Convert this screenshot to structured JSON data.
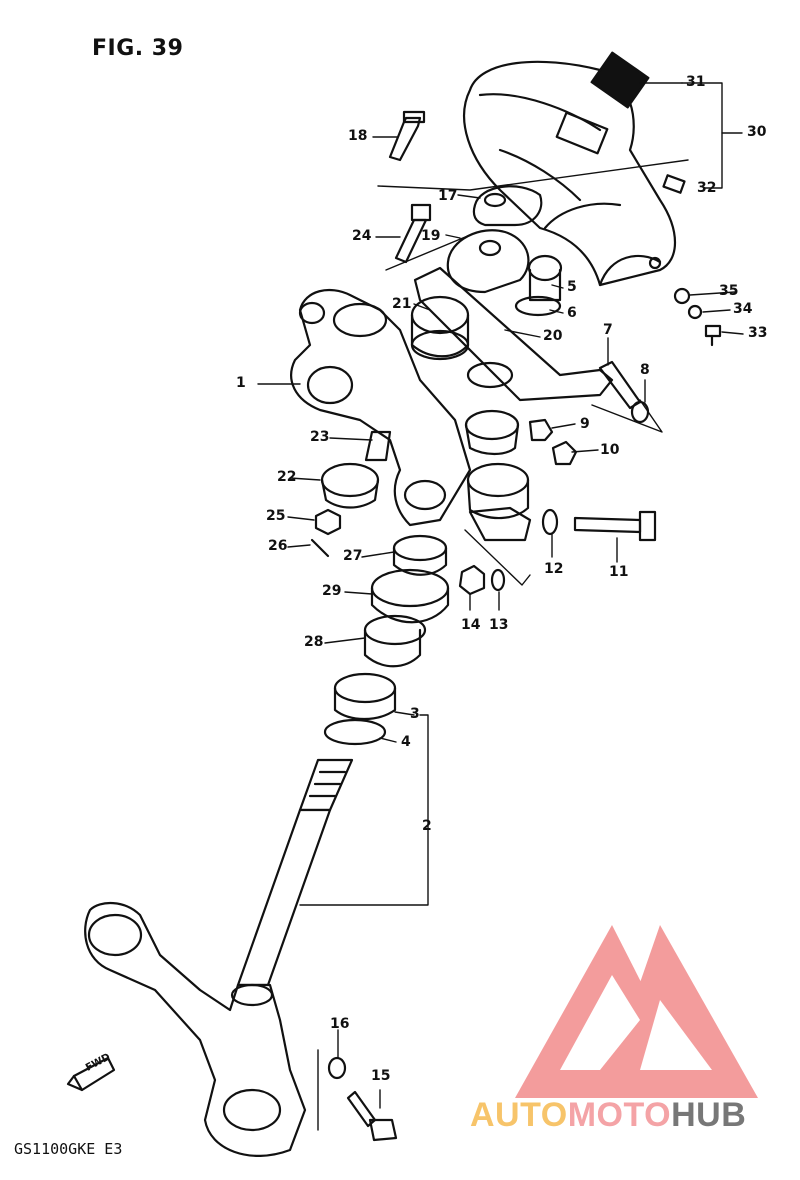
{
  "figure": {
    "title": "FIG. 39",
    "model_code": "GS1100GKE E3",
    "direction_marker": "FWD"
  },
  "callouts": [
    "1",
    "2",
    "3",
    "4",
    "5",
    "6",
    "7",
    "8",
    "9",
    "10",
    "11",
    "12",
    "13",
    "14",
    "15",
    "16",
    "17",
    "18",
    "19",
    "20",
    "21",
    "22",
    "23",
    "24",
    "25",
    "26",
    "27",
    "28",
    "29",
    "30",
    "31",
    "32",
    "33",
    "34",
    "35"
  ],
  "watermark": {
    "part1": "AUTO",
    "part2": "MOTO",
    "part3": "HUB",
    "colors": {
      "auto": "#f7c46a",
      "moto": "#f4a3a6",
      "hub": "#777777",
      "logo": "#f06b6b"
    }
  }
}
